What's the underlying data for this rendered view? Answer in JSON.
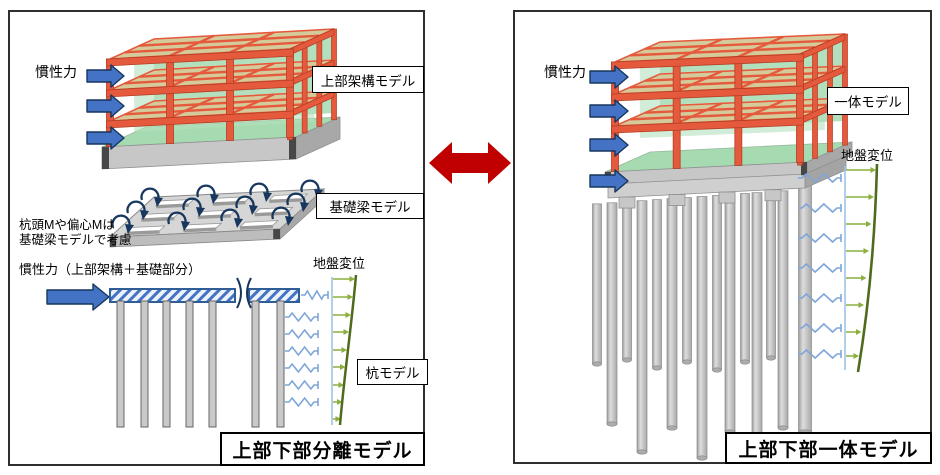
{
  "left_panel": {
    "inertia_label": "慣性力",
    "upper_frame_label": "上部架構モデル",
    "foundation_beam_label": "基礎梁モデル",
    "pile_note_line1": "杭頭Mや偏心Mは",
    "pile_note_line2": "基礎梁モデルで考慮",
    "inertia_total_label": "慣性力（上部架構＋基礎部分）",
    "ground_disp_label": "地盤変位",
    "pile_model_label": "杭モデル",
    "caption": "上部下部分離モデル"
  },
  "right_panel": {
    "inertia_label": "慣性力",
    "integrated_label": "一体モデル",
    "ground_disp_label": "地盤変位",
    "caption": "上部下部一体モデル"
  },
  "icons": {
    "inertia_arrow": "right-block-arrow",
    "exchange_arrow": "left-right-block-arrow",
    "moment_arrow": "clockwise-arc-arrow",
    "soil_spring": "zigzag-spring",
    "ground_displacement_arrow": "right-arrow",
    "section_break": "double-parenthesis-break"
  },
  "colors": {
    "panel_border": "#2f2f2f",
    "frame_red": "#E55A3C",
    "frame_red_dark": "#B33D24",
    "slab_tan": "#D4CA9A",
    "wall_green": "#B2E0BD",
    "mat_green": "#A6DBB1",
    "concrete_light": "#C7C7C7",
    "concrete_mid": "#A8A8A8",
    "concrete_dark": "#474747",
    "grillage_top": "#D6D6D6",
    "arrow_blue": "#4472C4",
    "arrow_blue_dark": "#17365D",
    "moment_navy": "#17375E",
    "spring_blue": "#7EA6D9",
    "baseline_blue": "#9CC3E5",
    "disp_green": "#8CAF3E",
    "curve_green": "#4F6B1E",
    "double_arrow_red": "#C00000",
    "pile_gray": "#C9C9C9",
    "pile_border": "#666666",
    "hatch_border": "#2E5E95",
    "hatch_bg": "#EDF3FA"
  }
}
